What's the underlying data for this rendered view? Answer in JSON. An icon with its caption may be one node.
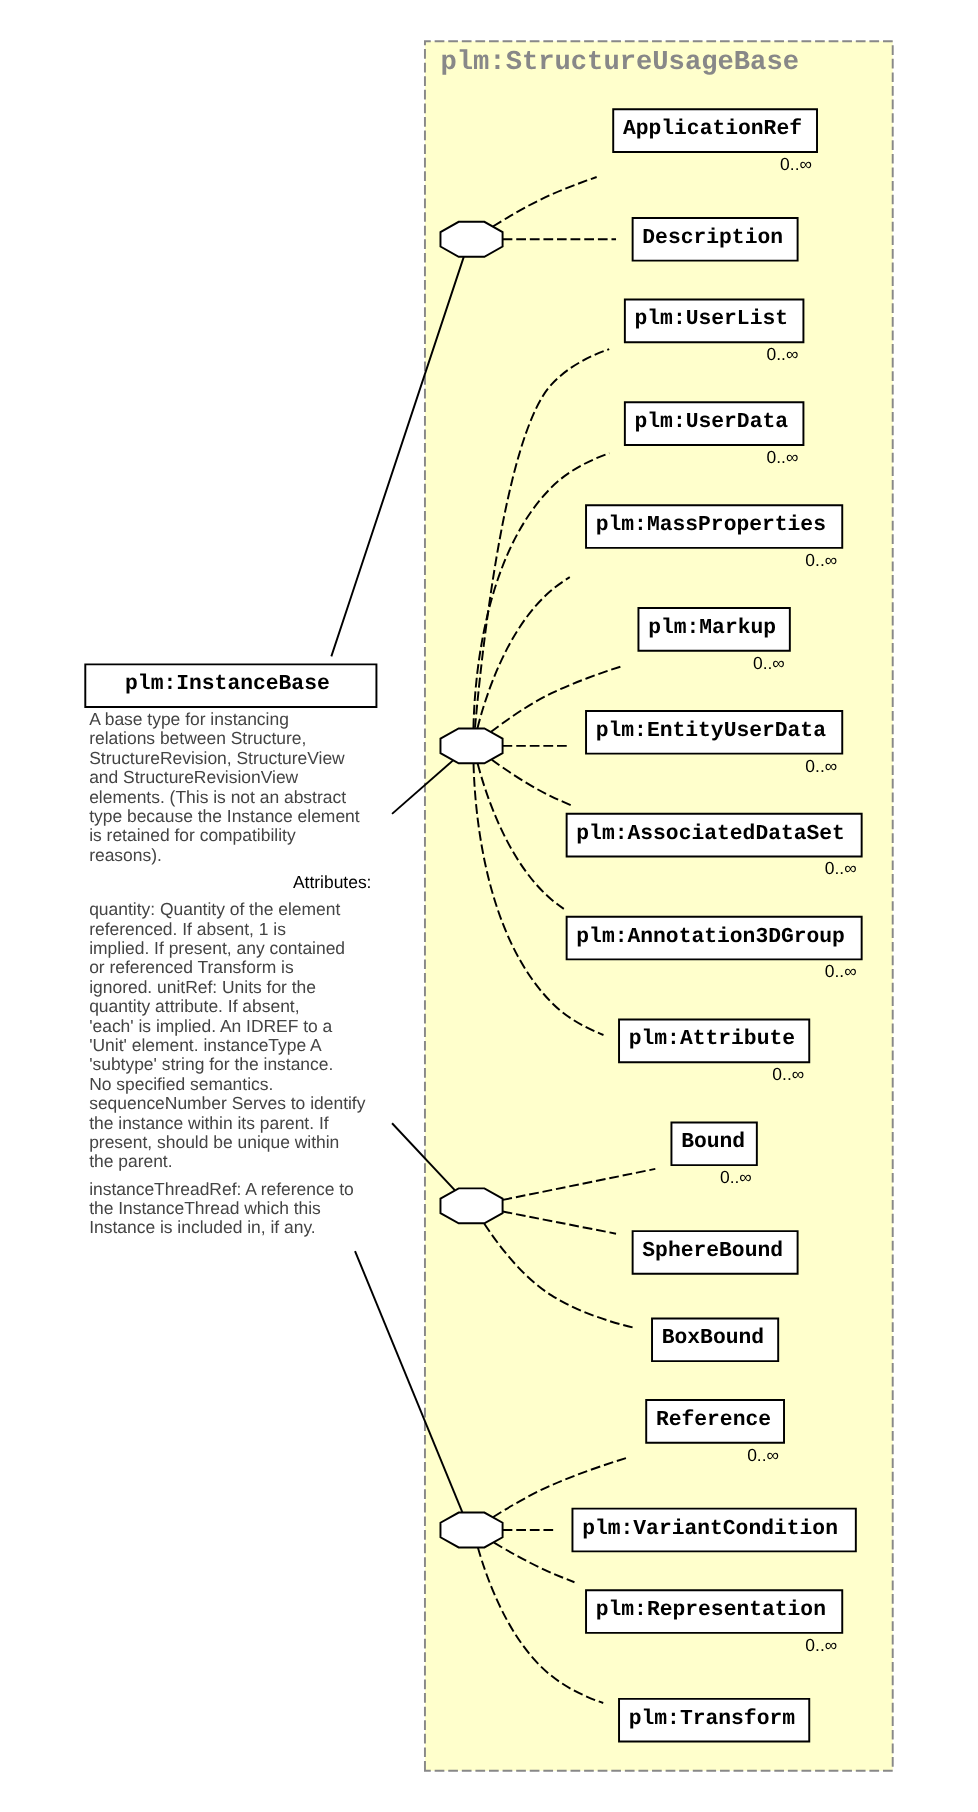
{
  "diagram": {
    "nodes": [
      {
        "text": [
          "plm:InstanceBase"
        ],
        "beside": [
          "A base type for instancing relations between Structure, StructureRevision, StructureView and StructureRevisionView elements. (This is not an abstract type because the Instance element is retained for compatibility reasons).",
          "Attributes:",
          "quantity: Quantity of the element referenced. If absent, 1 is implied. If present, any contained or referenced Transform is ignored. unitRef: Units for the quantity attribute. If absent, 'each' is implied. An IDREF to a 'Unit' element. instanceType A 'subtype' string for the instance. No specified semantics. sequenceNumber Serves to identify the instance within its parent. If present, should be unique within the parent.",
          "instanceThreadRef: A reference to the InstanceThread which this Instance is included in, if any."
        ]
      },
      {
        "text": [
          "plm:StructureUsageBase"
        ]
      },
      {
        "text": [],
        "shape": "octagon",
        "in": 1
      },
      {
        "text": [
          "Description"
        ],
        "in": 1
      },
      {
        "text": [
          "ApplicationRef"
        ],
        "beside": [
          "0..∞"
        ],
        "in": 1
      },
      {
        "text": [],
        "shape": "octagon",
        "in": 1
      },
      {
        "text": [
          "plm:Attribute"
        ],
        "beside": [
          "0..∞"
        ],
        "in": 1
      },
      {
        "text": [
          "plm:Annotation3DGroup"
        ],
        "beside": [
          "0..∞"
        ],
        "in": 1
      },
      {
        "text": [
          "plm:AssociatedDataSet"
        ],
        "beside": [
          "0..∞"
        ],
        "in": 1
      },
      {
        "text": [
          "plm:EntityUserData"
        ],
        "beside": [
          "0..∞"
        ],
        "in": 1
      },
      {
        "text": [
          "plm:Markup"
        ],
        "beside": [
          "0..∞"
        ],
        "in": 1
      },
      {
        "text": [
          "plm:MassProperties"
        ],
        "beside": [
          "0..∞"
        ],
        "in": 1
      },
      {
        "text": [
          "plm:UserData"
        ],
        "beside": [
          "0..∞"
        ],
        "in": 1
      },
      {
        "text": [
          "plm:UserList"
        ],
        "beside": [
          "0..∞"
        ],
        "in": 1
      },
      {
        "text": [],
        "shape": "octagon",
        "in": 1
      },
      {
        "text": [
          "BoxBound"
        ],
        "in": 1
      },
      {
        "text": [
          "SphereBound"
        ],
        "in": 1
      },
      {
        "text": [
          "Bound"
        ],
        "beside": [
          "0..∞"
        ],
        "in": 1
      },
      {
        "text": [],
        "shape": "octagon",
        "in": 1
      },
      {
        "text": [
          "plm:Transform"
        ],
        "in": 1
      },
      {
        "text": [
          "plm:Representation"
        ],
        "beside": [
          "0..∞"
        ],
        "in": 1
      },
      {
        "text": [
          "plm:VariantCondition"
        ],
        "in": 1
      },
      {
        "text": [
          "Reference"
        ],
        "beside": [
          "0..∞"
        ],
        "in": 1
      }
    ],
    "edges": [
      {
        "from": 0,
        "to": 2,
        "arrow": "none"
      },
      {
        "from": 0,
        "to": 5,
        "arrow": "none"
      },
      {
        "from": 0,
        "to": 14,
        "arrow": "none"
      },
      {
        "from": 0,
        "to": 18,
        "arrow": "none"
      },
      {
        "from": 2,
        "to": 3,
        "arrow": "none",
        "style": "dashed"
      },
      {
        "from": 2,
        "to": 4,
        "arrow": "none",
        "style": "dashed"
      },
      {
        "from": 5,
        "to": 6,
        "arrow": "none",
        "style": "dashed"
      },
      {
        "from": 5,
        "to": 7,
        "arrow": "none",
        "style": "dashed"
      },
      {
        "from": 5,
        "to": 8,
        "arrow": "none",
        "style": "dashed"
      },
      {
        "from": 5,
        "to": 9,
        "arrow": "none",
        "style": "dashed"
      },
      {
        "from": 5,
        "to": 10,
        "arrow": "none",
        "style": "dashed"
      },
      {
        "from": 5,
        "to": 11,
        "arrow": "none",
        "style": "dashed"
      },
      {
        "from": 5,
        "to": 12,
        "arrow": "none",
        "style": "dashed"
      },
      {
        "from": 5,
        "to": 13,
        "arrow": "none",
        "style": "dashed"
      },
      {
        "from": 14,
        "to": 15,
        "arrow": "none",
        "style": "dashed"
      },
      {
        "from": 14,
        "to": 16,
        "arrow": "none",
        "style": "dashed"
      },
      {
        "from": 14,
        "to": 17,
        "arrow": "none",
        "style": "dashed"
      },
      {
        "from": 18,
        "to": 19,
        "arrow": "none",
        "style": "dashed"
      },
      {
        "from": 18,
        "to": 20,
        "arrow": "none",
        "style": "dashed"
      },
      {
        "from": 18,
        "to": 21,
        "arrow": "none",
        "style": "dashed"
      },
      {
        "from": 18,
        "to": 22,
        "arrow": "none",
        "style": "dashed"
      }
    ]
  }
}
